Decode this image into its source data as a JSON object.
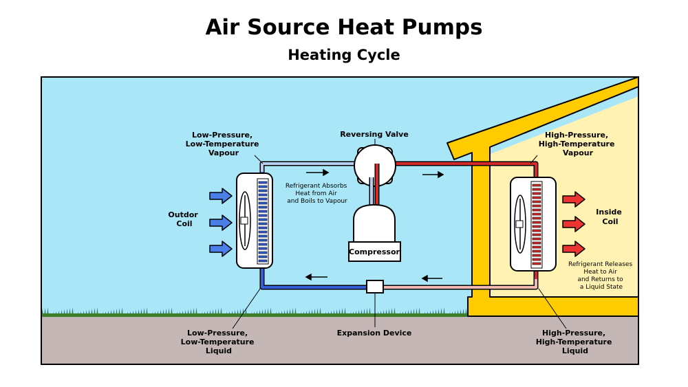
{
  "title": "Air Source Heat Pumps",
  "subtitle": "Heating Cycle",
  "labels": {
    "lp_vapour": [
      "Low-Pressure,",
      "Low-Temperature",
      "Vapour"
    ],
    "reversing_valve": "Reversing Valve",
    "hp_vapour": [
      "High-Pressure,",
      "High-Temperature",
      "Vapour"
    ],
    "outdoor_coil": [
      "Outdor",
      "Coil"
    ],
    "inside_coil": [
      "Inside",
      "Coil"
    ],
    "absorbs_note": [
      "Refrigerant Absorbs",
      "Heat from Air",
      "and Boils to Vapour"
    ],
    "releases_note": [
      "Refrigerant Releases",
      "Heat to Air",
      "and Returns to",
      "a Liquid State"
    ],
    "compressor": "Compressor",
    "lp_liquid": [
      "Low-Pressure,",
      "Low-Temperature",
      "Liquid"
    ],
    "expansion_device": "Expansion Device",
    "hp_liquid": [
      "High-Pressure,",
      "High-Temperature",
      "Liquid"
    ]
  },
  "colors": {
    "sky": "#a8e6f8",
    "ground": "#c5b7b5",
    "grass": "#3e7d2a",
    "house_wall": "#fff2b3",
    "house_frame": "#ffcc00",
    "pipe_blue": "#3160d8",
    "pipe_light_blue": "#b9cff0",
    "pipe_red": "#d42a2a",
    "pipe_pink": "#f2b9b2",
    "arrow_blue": "#4a7fe8",
    "arrow_red": "#ee3333"
  },
  "icons": [
    "fan-icon",
    "flow-arrow-icon"
  ]
}
